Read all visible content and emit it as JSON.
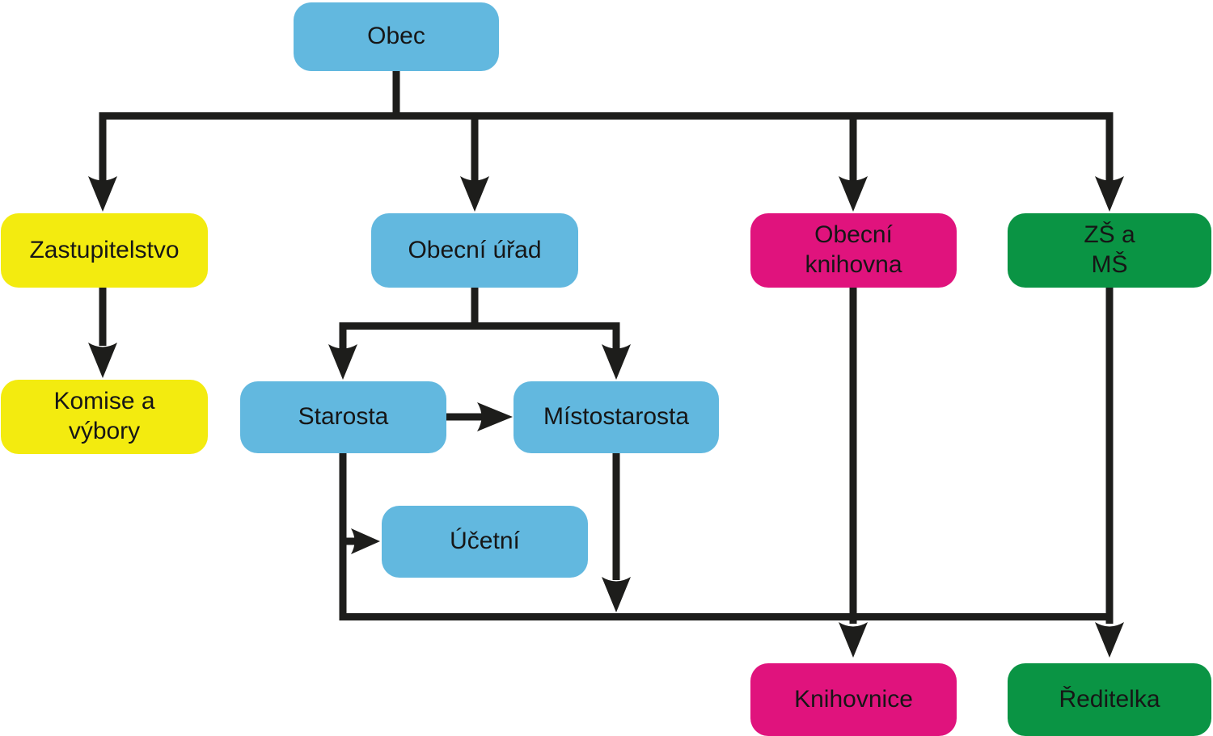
{
  "diagram": {
    "type": "org-chart",
    "language": "cs",
    "colors": {
      "node_blue": "#62B8DF",
      "node_yellow": "#F3EB0F",
      "node_magenta": "#E0137D",
      "node_green": "#0A9444",
      "connector": "#1D1D1B",
      "background": "#FFFFFF",
      "text": "#161616"
    },
    "nodes": {
      "obec": {
        "label": "Obec",
        "color": "blue"
      },
      "zastupitelstvo": {
        "label": "Zastupitelstvo",
        "color": "yellow"
      },
      "obecni_urad": {
        "label": "Obecní úřad",
        "color": "blue"
      },
      "obecni_knihovna": {
        "label": "Obecní\nknihovna",
        "color": "magenta"
      },
      "zs_ms": {
        "label": "ZŠ a\nMŠ",
        "color": "green"
      },
      "komise_vybory": {
        "label": "Komise a\nvýbory",
        "color": "yellow"
      },
      "starosta": {
        "label": "Starosta",
        "color": "blue"
      },
      "mistostarosta": {
        "label": "Místostarosta",
        "color": "blue"
      },
      "ucetni": {
        "label": "Účetní",
        "color": "blue"
      },
      "knihovnice": {
        "label": "Knihovnice",
        "color": "magenta"
      },
      "reditelka": {
        "label": "Ředitelka",
        "color": "green"
      }
    },
    "edges": [
      {
        "from": "obec",
        "to": "zastupitelstvo"
      },
      {
        "from": "obec",
        "to": "obecni_urad"
      },
      {
        "from": "obec",
        "to": "obecni_knihovna"
      },
      {
        "from": "obec",
        "to": "zs_ms"
      },
      {
        "from": "zastupitelstvo",
        "to": "komise_vybory"
      },
      {
        "from": "obecni_urad",
        "to": "starosta"
      },
      {
        "from": "obecni_urad",
        "to": "mistostarosta"
      },
      {
        "from": "starosta",
        "to": "mistostarosta"
      },
      {
        "from": "starosta",
        "to": "ucetni"
      },
      {
        "from": "starosta",
        "to": "bottom_connector"
      },
      {
        "from": "mistostarosta",
        "to": "bottom_connector"
      },
      {
        "from": "obecni_knihovna",
        "to": "knihovnice"
      },
      {
        "from": "zs_ms",
        "to": "reditelka"
      }
    ]
  }
}
